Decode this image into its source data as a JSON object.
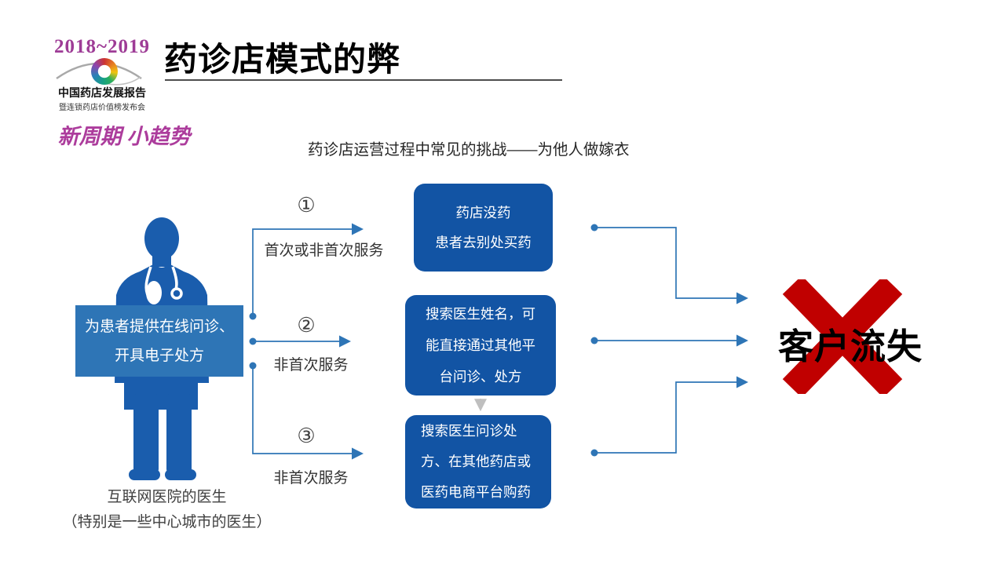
{
  "brand": {
    "years": "2018~2019",
    "org_title": "中国药店发展报告",
    "org_subtitle": "暨连锁药店价值榜发布会",
    "slogan": "新周期 小趋势"
  },
  "header": {
    "title": "药诊店模式的弊"
  },
  "diagram": {
    "subtitle": "药诊店运营过程中常见的挑战——为他人做嫁衣",
    "actor": {
      "overlay_lines": [
        "为患者提供在线问诊、",
        "开具电子处方"
      ],
      "caption_lines": [
        "互联网医院的医生",
        "（特别是一些中心城市的医生）"
      ]
    },
    "paths": [
      {
        "number": "①",
        "label": "首次或非首次服务",
        "box_lines": [
          "药店没药",
          "患者去别处买药"
        ]
      },
      {
        "number": "②",
        "label": "非首次服务",
        "box_lines": [
          "搜索医生姓名，可",
          "能直接通过其他平",
          "台问诊、处方"
        ]
      },
      {
        "number": "③",
        "label": "非首次服务",
        "box_lines": [
          "搜索医生问诊处",
          "方、在其他药店或",
          "医药电商平台购药"
        ]
      }
    ],
    "result": {
      "label": "客户流失"
    }
  },
  "icons": {
    "brand_logo": "eye-rainbow-swirl",
    "actor_figure": "doctor-silhouette-with-stethoscope",
    "result_mark": "red-x-cross",
    "inter_box_arrow": "gray-down-arrow"
  },
  "colors": {
    "connector_blue": "#2E75B6",
    "outcome_box_blue": "#1254A4",
    "doctor_blue": "#1A5DAD",
    "cross_red": "#C00000",
    "brand_magenta": "#9E3C96",
    "label_gray": "#404040"
  }
}
